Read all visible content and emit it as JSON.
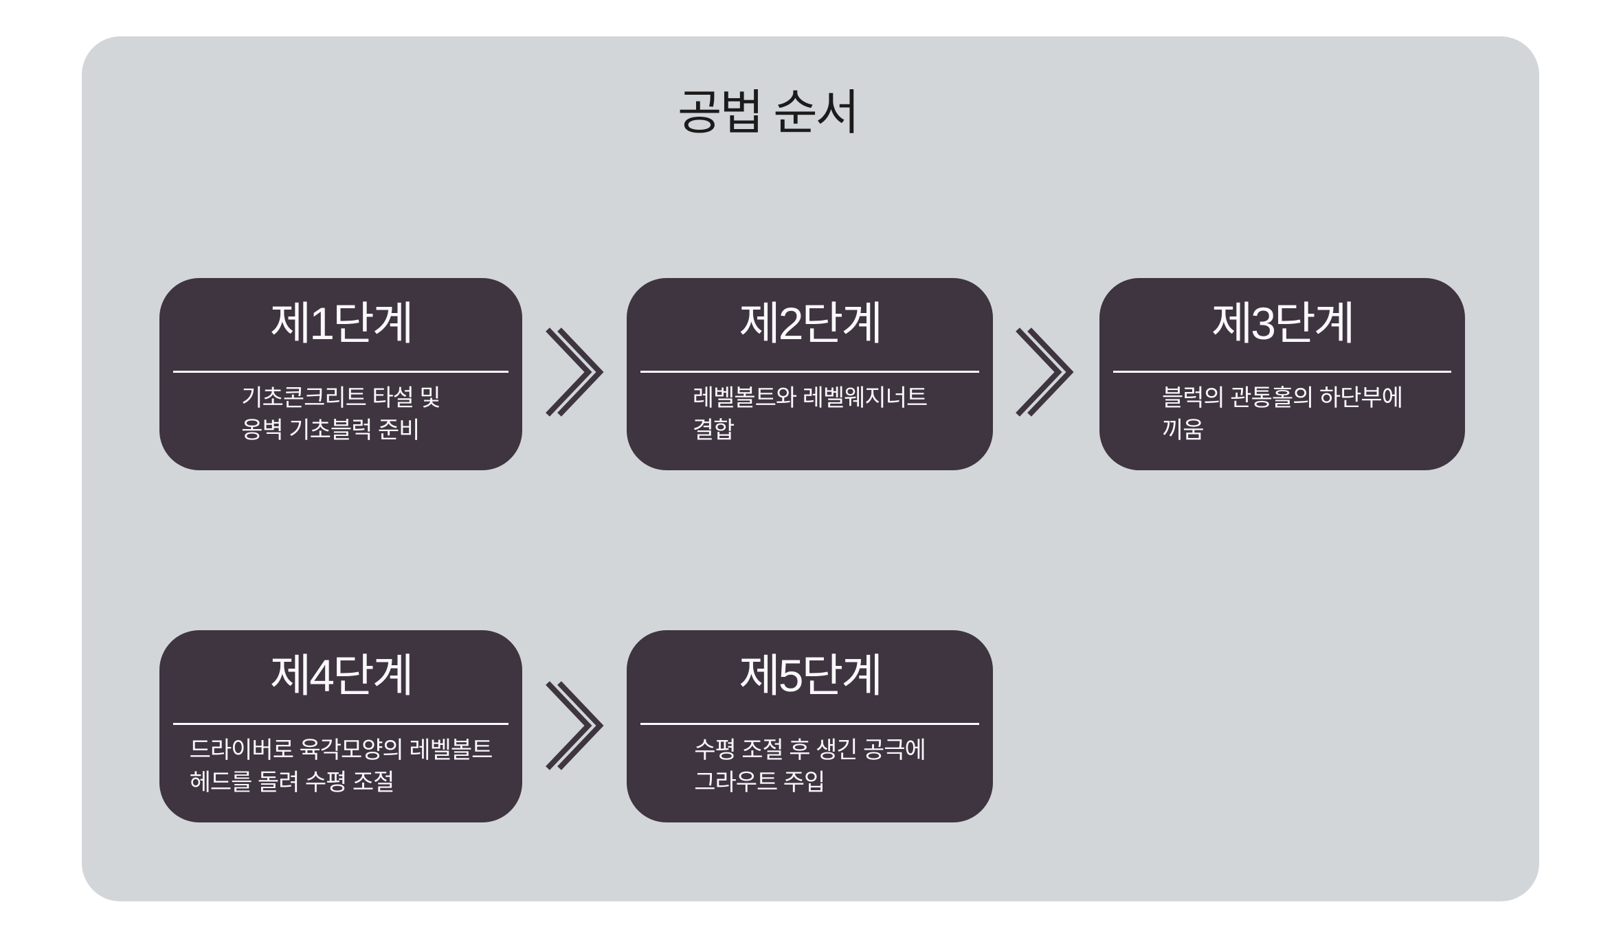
{
  "colors": {
    "page-bg": "#ffffff",
    "panel-bg": "#d2d6d9",
    "box-bg": "#3e3541",
    "box-text": "#faf8fa",
    "divider": "#ffffff",
    "title-color": "#1b1b1b",
    "arrow": "#3e3541"
  },
  "icons": {
    "arrow": "double-chevron-right"
  },
  "panel": {
    "title": "공법 순서"
  },
  "steps": [
    {
      "title": "제1단계",
      "body": "기초콘크리트 타설 및\n옹벽 기초블럭 준비"
    },
    {
      "title": "제2단계",
      "body": "레벨볼트와 레벨웨지너트\n결합"
    },
    {
      "title": "제3단계",
      "body": "블럭의 관통홀의 하단부에\n끼움"
    },
    {
      "title": "제4단계",
      "body": "드라이버로 육각모양의 레벨볼트\n헤드를 돌려 수평 조절"
    },
    {
      "title": "제5단계",
      "body": "수평 조절 후 생긴 공극에\n그라우트 주입"
    }
  ]
}
